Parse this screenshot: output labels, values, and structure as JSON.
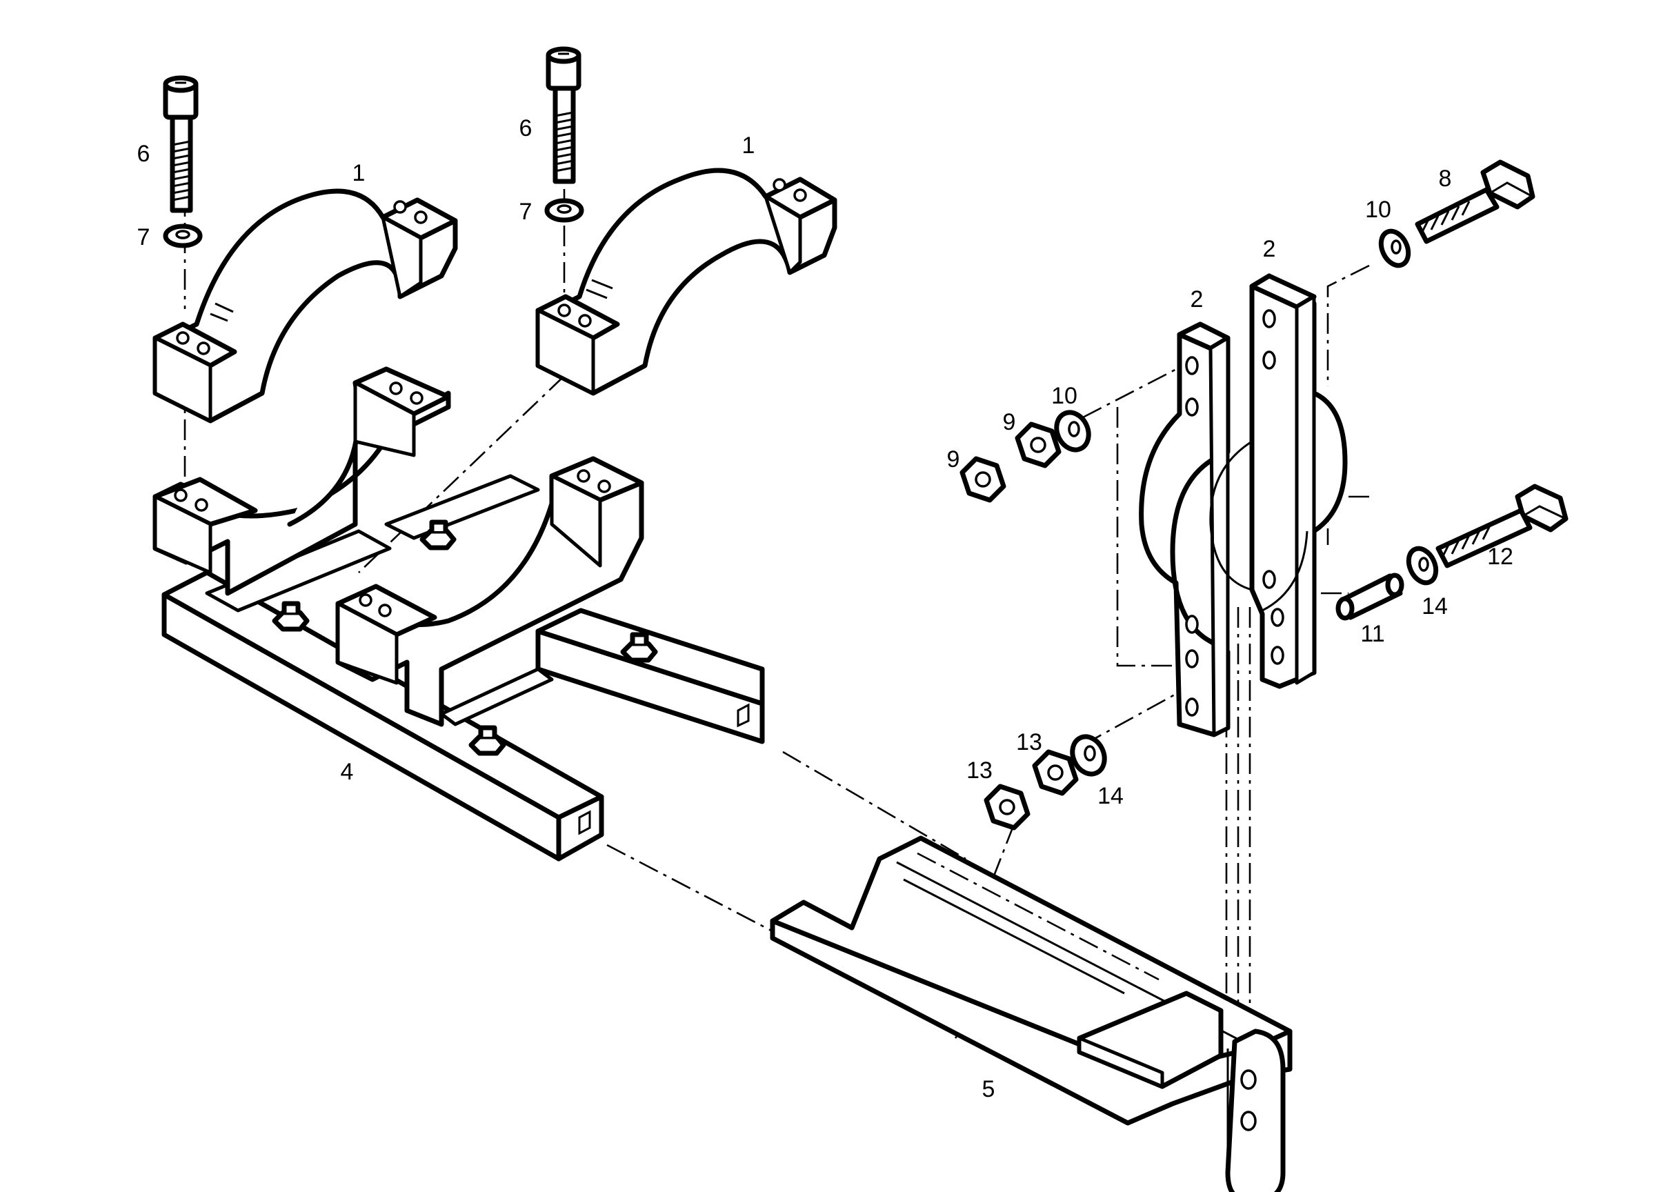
{
  "figure": {
    "callouts": [
      {
        "id": "c1a",
        "text": "1"
      },
      {
        "id": "c1b",
        "text": "1"
      },
      {
        "id": "c2a",
        "text": "2"
      },
      {
        "id": "c2b",
        "text": "2"
      },
      {
        "id": "c4",
        "text": "4"
      },
      {
        "id": "c5",
        "text": "5"
      },
      {
        "id": "c6a",
        "text": "6"
      },
      {
        "id": "c6b",
        "text": "6"
      },
      {
        "id": "c7a",
        "text": "7"
      },
      {
        "id": "c7b",
        "text": "7"
      },
      {
        "id": "c8",
        "text": "8"
      },
      {
        "id": "c9a",
        "text": "9"
      },
      {
        "id": "c9b",
        "text": "9"
      },
      {
        "id": "c10a",
        "text": "10"
      },
      {
        "id": "c10b",
        "text": "10"
      },
      {
        "id": "c11",
        "text": "11"
      },
      {
        "id": "c12",
        "text": "12"
      },
      {
        "id": "c13a",
        "text": "13"
      },
      {
        "id": "c13b",
        "text": "13"
      },
      {
        "id": "c14a",
        "text": "14"
      },
      {
        "id": "c14b",
        "text": "14"
      }
    ]
  }
}
